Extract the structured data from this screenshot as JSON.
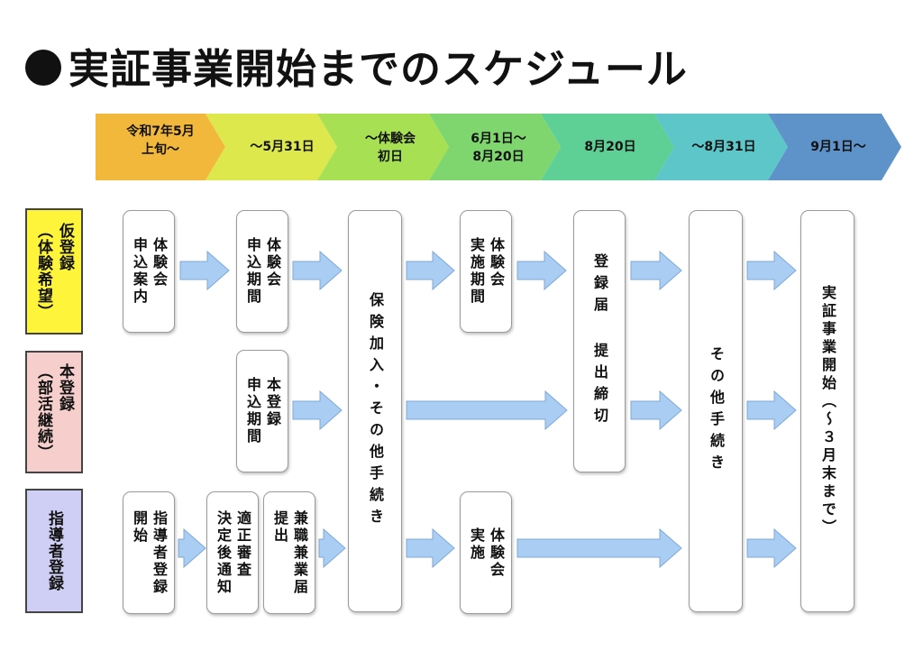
{
  "title": "実証事業開始までのスケジュール",
  "timeline": [
    {
      "label": "令和7年5月\n上旬～",
      "color": "#f2b83c"
    },
    {
      "label": "～5月31日",
      "color": "#dde84c"
    },
    {
      "label": "～体験会\n初日",
      "color": "#a7e052"
    },
    {
      "label": "6月1日～\n8月20日",
      "color": "#7fd66f"
    },
    {
      "label": "8月20日",
      "color": "#5ecf95"
    },
    {
      "label": "～8月31日",
      "color": "#5cc6c9"
    },
    {
      "label": "9月1日～",
      "color": "#5d93c9"
    }
  ],
  "categories": {
    "provisional": {
      "label": "仮登録\n（体験希望）",
      "color": "#fef43a"
    },
    "main": {
      "label": "本登録\n（部活継続）",
      "color": "#f6cfcd"
    },
    "instructor": {
      "label": "指導者登録",
      "color": "#cfcff6"
    }
  },
  "boxes": {
    "trial_guide": "体験会\n申込案内",
    "trial_apply": "体験会\n申込期間",
    "main_apply": "本登録\n申込期間",
    "instructor_register": "指導者登録\n開始",
    "screening": "適正審査\n決定後通知",
    "side_job": "兼職兼業届\n提出",
    "insurance": "保険加入・その他手続き",
    "trial_period": "体験会\n実施期間",
    "trial_held": "体験会\n実施",
    "registration": "登録届 提出締切",
    "other": "その他手続き",
    "start": "実証事業開始（～３月末まで）"
  },
  "arrow_color": "#a9cdf3"
}
